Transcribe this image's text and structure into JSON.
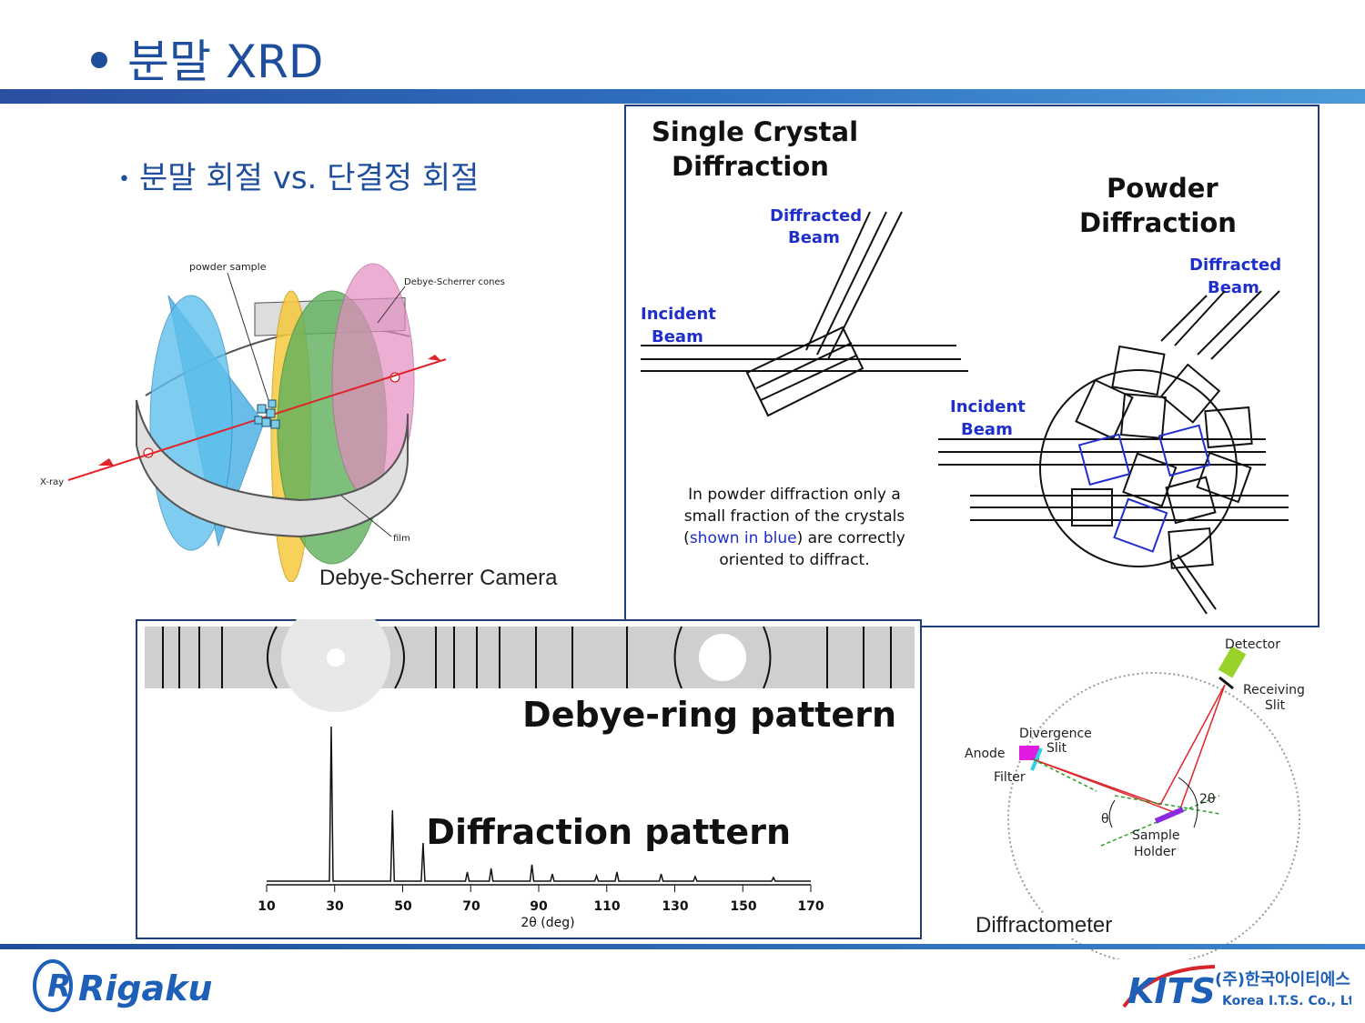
{
  "header": {
    "title": "분말 XRD",
    "subtitle": "분말 회절 vs. 단결정 회절"
  },
  "debye_camera": {
    "caption": "Debye-Scherrer Camera",
    "labels": {
      "powder_sample": "powder sample",
      "cones": "Debye-Scherrer cones",
      "xray": "X-ray",
      "film": "film"
    }
  },
  "single_vs_powder": {
    "single_title_1": "Single Crystal",
    "single_title_2": "Diffraction",
    "powder_title_1": "Powder",
    "powder_title_2": "Diffraction",
    "diffracted_1": "Diffracted",
    "beam": "Beam",
    "incident": "Incident",
    "note_line1": "In powder diffraction only a",
    "note_line2": "small fraction of the crystals",
    "note_line3_pre": "(",
    "note_line3_blue": "shown in blue",
    "note_line3_post": ") are correctly",
    "note_line4": "oriented to diffract."
  },
  "pattern": {
    "debye_ring_label": "Debye-ring pattern",
    "diffraction_label": "Diffraction pattern",
    "x_label": "2θ (deg)",
    "x_ticks": [
      "10",
      "30",
      "50",
      "70",
      "90",
      "110",
      "130",
      "150",
      "170"
    ]
  },
  "diffractometer": {
    "caption": "Diffractometer",
    "detector": "Detector",
    "receiving_slit_1": "Receiving",
    "receiving_slit_2": "Slit",
    "divergence_1": "Divergence",
    "divergence_2": "Slit",
    "anode": "Anode",
    "filter": "Filter",
    "two_theta": "2θ",
    "theta": "θ",
    "sample_1": "Sample",
    "sample_2": "Holder"
  },
  "footer": {
    "rigaku": "Rigaku",
    "kits": "KITS",
    "kits_korean": "(주)한국아이티에스",
    "kits_english": "Korea I.T.S. Co., Ltd."
  },
  "colors": {
    "brand_blue": "#1f4e9c",
    "label_blue": "#1f2fcc",
    "kits_red": "#d8232a"
  }
}
